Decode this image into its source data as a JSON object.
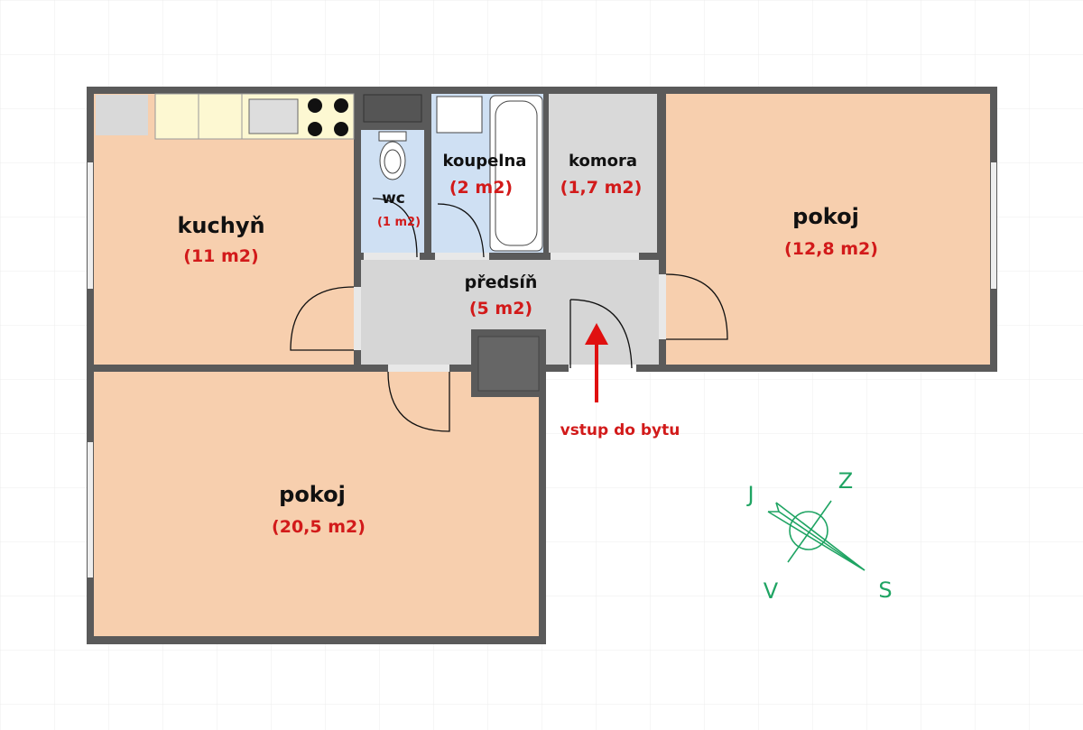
{
  "rooms": {
    "kitchen": {
      "name": "kuchyň",
      "area": "(11 m2)"
    },
    "wc": {
      "name": "wc",
      "area": "(1 m2)"
    },
    "bathroom": {
      "name": "koupelna",
      "area": "(2 m2)"
    },
    "storage": {
      "name": "komora",
      "area": "(1,7 m2)"
    },
    "hallway": {
      "name": "předsíň",
      "area": "(5 m2)"
    },
    "room_right": {
      "name": "pokoj",
      "area": "(12,8 m2)"
    },
    "room_bottom": {
      "name": "pokoj",
      "area": "(20,5 m2)"
    }
  },
  "entrance_label": "vstup do bytu",
  "compass": {
    "n": "Z",
    "s": "J",
    "e": "S",
    "w": "V"
  },
  "colors": {
    "room": "#f7cfae",
    "wet": "#cfe0f3",
    "service": "#d6d6d6",
    "wall": "#5a5a5a",
    "accent": "#d21a1a",
    "compass": "#1fa463"
  }
}
